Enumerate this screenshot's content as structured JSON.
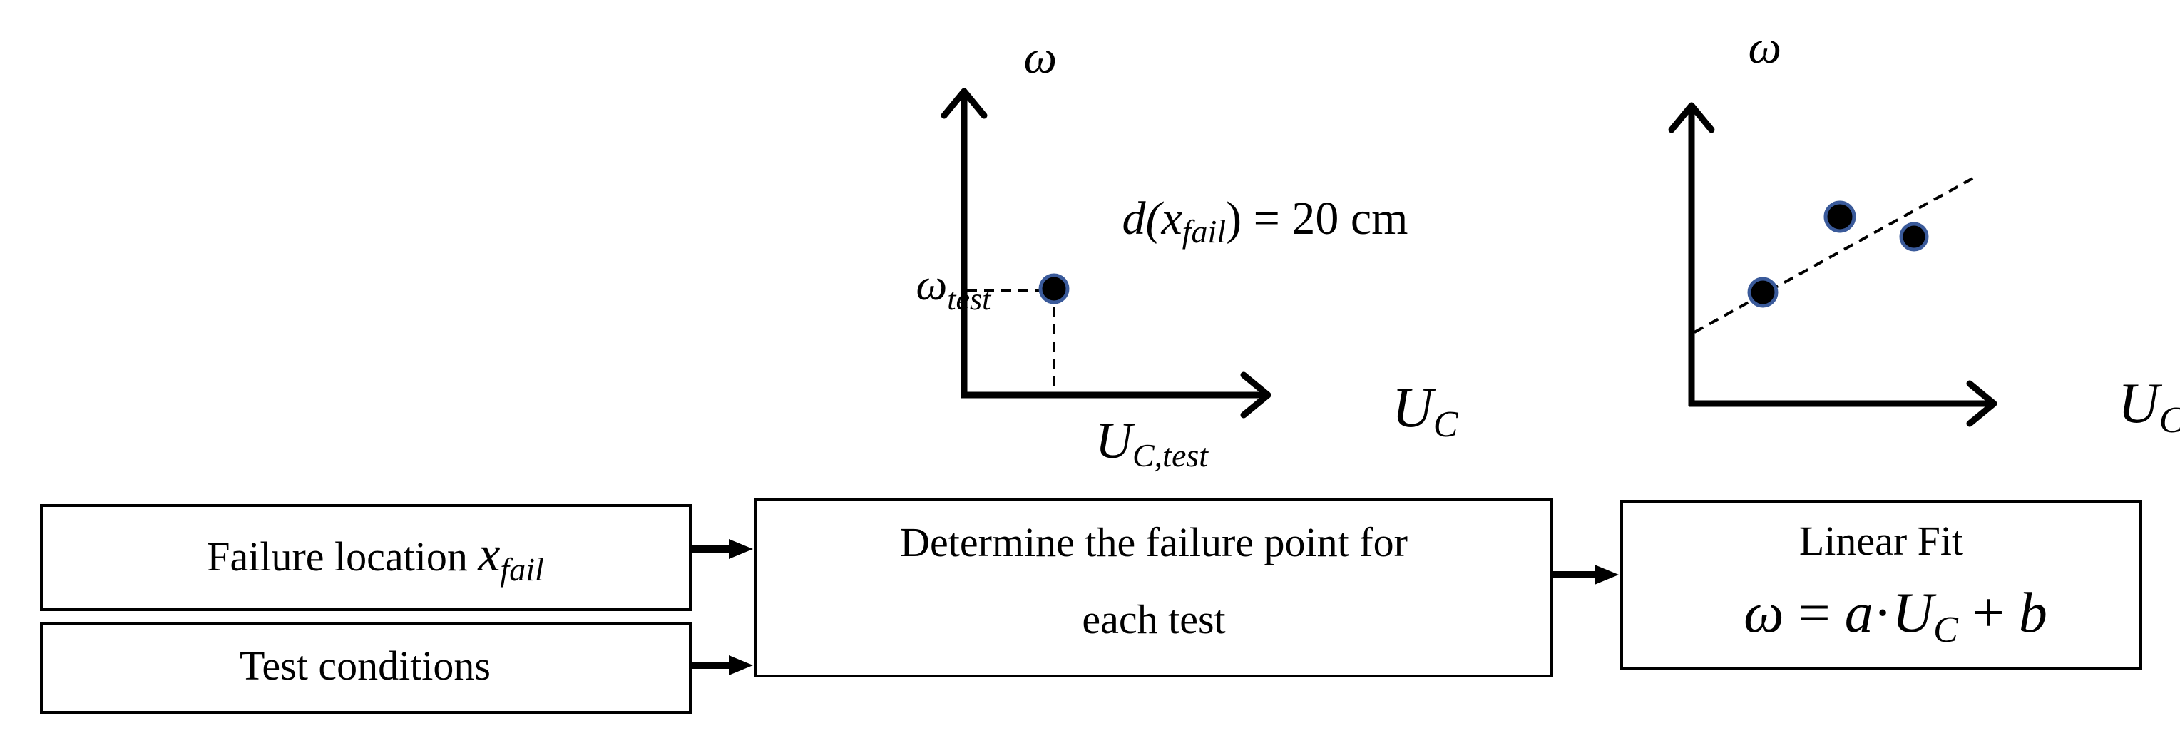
{
  "plot_single": {
    "y_axis_symbol": "ω",
    "x_axis_symbol": "U",
    "x_axis_subscript": "C",
    "y_marker_symbol": "ω",
    "y_marker_subscript": "test",
    "x_marker_symbol": "U",
    "x_marker_subscript": "C,test",
    "annotation_d": "d(x",
    "annotation_sub": "fail",
    "annotation_rest": ") = 20 cm"
  },
  "plot_fit": {
    "y_axis_symbol": "ω",
    "x_axis_symbol": "U",
    "x_axis_subscript": "C"
  },
  "boxes": {
    "failure_location_label": "Failure location ",
    "failure_location_symbol": "x",
    "failure_location_subscript": "fail",
    "test_conditions": "Test conditions",
    "determine_line1": "Determine the failure point for",
    "determine_line2": "each test",
    "linear_fit_title": "Linear Fit",
    "linear_fit_eq_omega": "ω",
    "linear_fit_eq_equals": " = ",
    "linear_fit_eq_a": "a",
    "linear_fit_eq_dot": "·",
    "linear_fit_eq_U": "U",
    "linear_fit_eq_sub": "C",
    "linear_fit_eq_plus": " + ",
    "linear_fit_eq_b": "b"
  },
  "colors": {
    "point_outline": "#3a5a9a",
    "ink": "#000000"
  }
}
